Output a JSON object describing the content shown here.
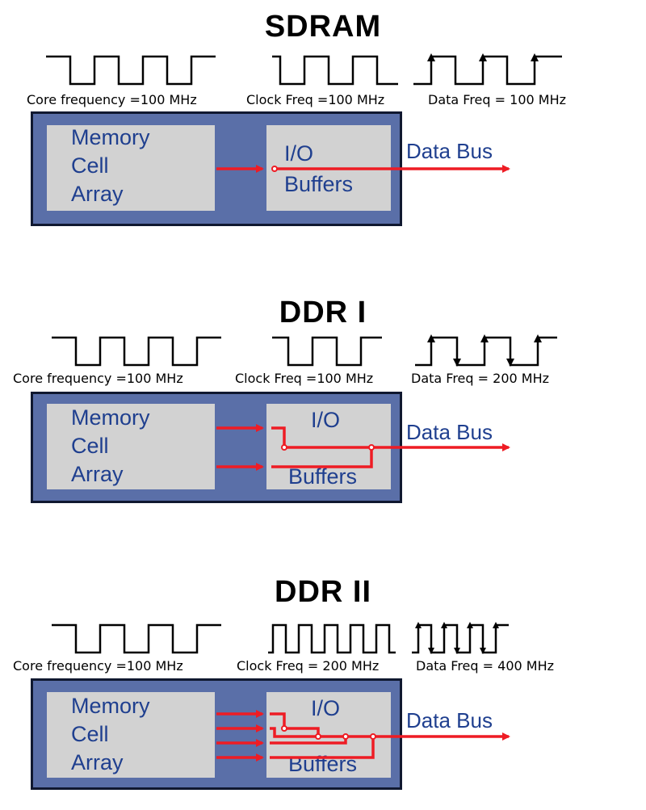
{
  "sections": [
    {
      "title": "SDRAM",
      "core_label": "Core frequency =100 MHz",
      "clock_label": "Clock Freq =100 MHz",
      "data_label": "Data Freq = 100 MHz",
      "memory_lines": [
        "Memory",
        "Cell",
        "Array"
      ],
      "io_top": "I/O",
      "io_bottom": "Buffers",
      "bus_label": "Data Bus"
    },
    {
      "title": "DDR I",
      "core_label": "Core frequency =100 MHz",
      "clock_label": "Clock Freq =100 MHz",
      "data_label": "Data Freq = 200 MHz",
      "memory_lines": [
        "Memory",
        "Cell",
        "Array"
      ],
      "io_top": "I/O",
      "io_bottom": "Buffers",
      "bus_label": "Data Bus"
    },
    {
      "title": "DDR II",
      "core_label": "Core frequency =100 MHz",
      "clock_label": "Clock Freq = 200 MHz",
      "data_label": "Data Freq = 400 MHz",
      "memory_lines": [
        "Memory",
        "Cell",
        "Array"
      ],
      "io_top": "I/O",
      "io_bottom": "Buffers",
      "bus_label": "Data Bus"
    }
  ],
  "colors": {
    "board": "#5a6fa8",
    "block": "#d2d2d2",
    "text_blue": "#1f3f8f",
    "arrow_red": "#ee1c24"
  }
}
